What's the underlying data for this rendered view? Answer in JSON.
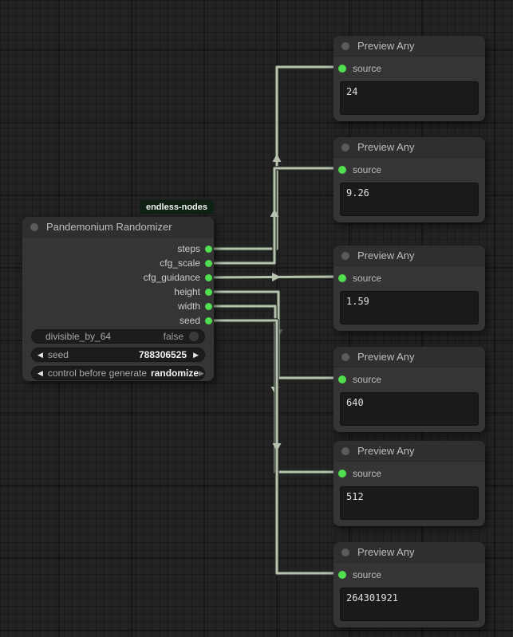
{
  "tag": {
    "label": "endless-nodes"
  },
  "icons": {
    "left_arrow": "◀",
    "right_arrow": "▶"
  },
  "randomizer_node": {
    "title": "Pandemonium Randomizer",
    "outputs": [
      "steps",
      "cfg_scale",
      "cfg_guidance",
      "height",
      "width",
      "seed"
    ],
    "widgets": [
      {
        "type": "toggle",
        "label": "divisible_by_64",
        "value": "false"
      },
      {
        "type": "number",
        "label": "seed",
        "value": "788306525"
      },
      {
        "type": "combo",
        "label": "control before generate",
        "value": "randomize"
      }
    ]
  },
  "preview_nodes": [
    {
      "title": "Preview Any",
      "input_label": "source",
      "value": "24"
    },
    {
      "title": "Preview Any",
      "input_label": "source",
      "value": "9.26"
    },
    {
      "title": "Preview Any",
      "input_label": "source",
      "value": "1.59"
    },
    {
      "title": "Preview Any",
      "input_label": "source",
      "value": "640"
    },
    {
      "title": "Preview Any",
      "input_label": "source",
      "value": "512"
    },
    {
      "title": "Preview Any",
      "input_label": "source",
      "value": "264301921"
    }
  ],
  "connections": [
    {
      "from": "steps",
      "to": "preview-1.source"
    },
    {
      "from": "cfg_scale",
      "to": "preview-2.source"
    },
    {
      "from": "cfg_guidance",
      "to": "preview-3.source"
    },
    {
      "from": "height",
      "to": "preview-4.source"
    },
    {
      "from": "width",
      "to": "preview-5.source"
    },
    {
      "from": "seed",
      "to": "preview-6.source"
    }
  ],
  "colors": {
    "canvas_bg": "#232323",
    "node_bg": "#353535",
    "node_header": "#2f2f2f",
    "wire": "#b4c2ae",
    "slot_green": "#4fdf4f",
    "tag_bg": "#0f2015",
    "value_box_bg": "#1a1a1a"
  }
}
